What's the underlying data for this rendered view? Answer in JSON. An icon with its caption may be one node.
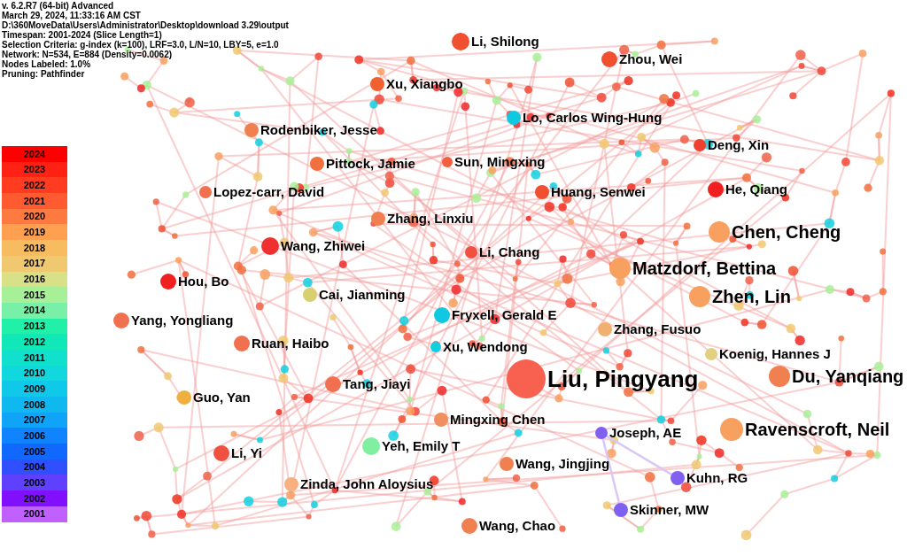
{
  "diagram": {
    "nodes": [
      {
        "text": [
          "Li, Shilong"
        ]
      },
      {
        "text": [
          "Zhou, Wei"
        ]
      },
      {
        "text": [
          "Xu, Xiangbo"
        ]
      },
      {
        "text": [
          "Lo, Carlos Wing-Hung"
        ]
      },
      {
        "text": [
          "Rodenbiker, Jesse"
        ]
      },
      {
        "text": [
          "Deng, Xin"
        ]
      },
      {
        "text": [
          "Pittock, Jamie"
        ]
      },
      {
        "text": [
          "Sun, Mingxing"
        ]
      },
      {
        "text": [
          "Lopez-carr, David"
        ]
      },
      {
        "text": [
          "Huang, Senwei"
        ]
      },
      {
        "text": [
          "He, Qiang"
        ]
      },
      {
        "text": [
          "Chen, Cheng"
        ]
      },
      {
        "text": [
          "Zhang, Linxiu"
        ]
      },
      {
        "text": [
          "Wang, Zhiwei"
        ]
      },
      {
        "text": [
          "Li, Chang"
        ]
      },
      {
        "text": [
          "Matzdorf, Bettina"
        ]
      },
      {
        "text": [
          "Hou, Bo"
        ]
      },
      {
        "text": [
          "Cai, Jianming"
        ]
      },
      {
        "text": [
          "Zhen, Lin"
        ]
      },
      {
        "text": [
          "Yang, Yongliang"
        ]
      },
      {
        "text": [
          "Fryxell, Gerald E"
        ]
      },
      {
        "text": [
          "Ruan, Haibo"
        ]
      },
      {
        "text": [
          "Zhang, Fusuo"
        ]
      },
      {
        "text": [
          "Xu, Wendong"
        ]
      },
      {
        "text": [
          "Koenig, Hannes J"
        ]
      },
      {
        "text": [
          "Liu, Pingyang"
        ]
      },
      {
        "text": [
          "Du, Yanqiang"
        ]
      },
      {
        "text": [
          "Tang, Jiayi"
        ]
      },
      {
        "text": [
          "Guo, Yan"
        ]
      },
      {
        "text": [
          "Mingxing Chen"
        ]
      },
      {
        "text": [
          "Ravenscroft, Neil"
        ]
      },
      {
        "text": [
          "Joseph, AE"
        ]
      },
      {
        "text": [
          "Yeh, Emily T"
        ]
      },
      {
        "text": [
          "Li, Yi"
        ]
      },
      {
        "text": [
          "Wang, Jingjing"
        ]
      },
      {
        "text": [
          "Kuhn, RG"
        ]
      },
      {
        "text": [
          "Zinda, John Aloysius"
        ]
      },
      {
        "text": [
          "Skinner, MW"
        ]
      },
      {
        "text": [
          "Wang, Chao"
        ]
      }
    ],
    "edges": [
      {
        "from": 31,
        "to": 35,
        "arrow": "none",
        "color": "#d8c8f8"
      },
      {
        "from": 31,
        "to": 37,
        "arrow": "none",
        "color": "#d8c8f8"
      }
    ],
    "labels": [
      "v. 6.2.R7 (64-bit) Advanced",
      "March 29, 2024, 11:33:16 AM CST",
      "D:\\360MoveData\\Users\\Administrator\\Desktop\\download  3.29\\output",
      "Timespan: 2001-2024 (Slice Length=1)",
      "Selection Criteria: g-index (k=100), LRF=3.0, L/N=10, LBY=5, e=1.0",
      "Network: N=534, E=884 (Density=0.0062)",
      "Nodes Labeled: 1.0%",
      "Pruning: Pathfinder"
    ],
    "legend": [
      {
        "text": "2024",
        "color": "#ff0000"
      },
      {
        "text": "2023",
        "color": "#ff2214"
      },
      {
        "text": "2022",
        "color": "#ff3c20"
      },
      {
        "text": "2021",
        "color": "#ff5a30"
      },
      {
        "text": "2020",
        "color": "#ff7a40"
      },
      {
        "text": "2019",
        "color": "#ffa050"
      },
      {
        "text": "2018",
        "color": "#f8bc60"
      },
      {
        "text": "2017",
        "color": "#f0c870"
      },
      {
        "text": "2016",
        "color": "#d8e088"
      },
      {
        "text": "2015",
        "color": "#a8f098"
      },
      {
        "text": "2014",
        "color": "#78f0a8"
      },
      {
        "text": "2013",
        "color": "#20f0a8"
      },
      {
        "text": "2012",
        "color": "#10e8b8"
      },
      {
        "text": "2011",
        "color": "#10e0cc"
      },
      {
        "text": "2010",
        "color": "#10d8dc"
      },
      {
        "text": "2009",
        "color": "#10c8e8"
      },
      {
        "text": "2008",
        "color": "#10b8f0"
      },
      {
        "text": "2007",
        "color": "#10a4f8"
      },
      {
        "text": "2006",
        "color": "#1084ff"
      },
      {
        "text": "2005",
        "color": "#1068ff"
      },
      {
        "text": "2004",
        "color": "#3050ff"
      },
      {
        "text": "2003",
        "color": "#6040ff"
      },
      {
        "text": "2002",
        "color": "#8010ff"
      },
      {
        "text": "2001",
        "color": "#c060ff"
      }
    ]
  }
}
